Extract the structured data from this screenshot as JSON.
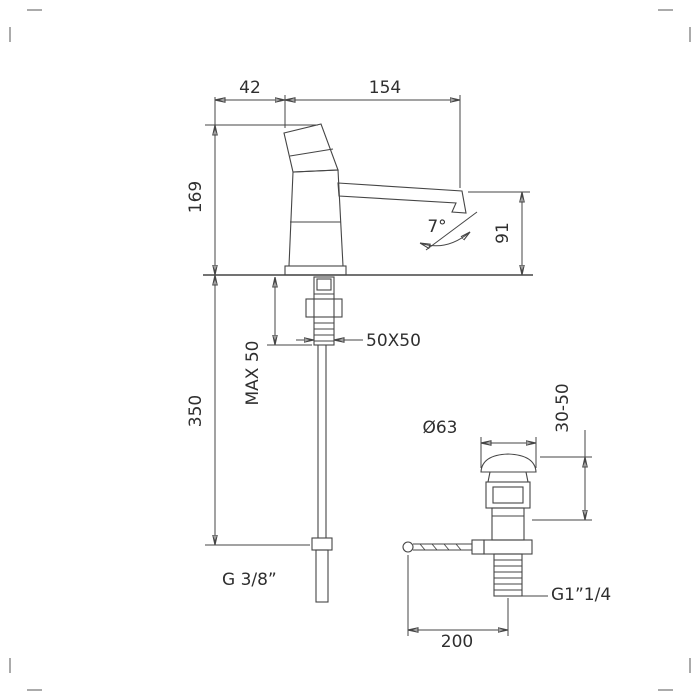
{
  "drawing": {
    "kind": "faucet-installation-technical-drawing",
    "line_color": "#454545",
    "background": "#ffffff"
  },
  "dimensions": {
    "handle_offset": "42",
    "spout_reach": "154",
    "height_to_spout": "169",
    "spout_angle": "7°",
    "outlet_height": "91",
    "base_section": "50X50",
    "max_deck_thickness": "MAX 50",
    "supply_length": "350",
    "waste_diameter": "Ø63",
    "waste_deck_range": "30-50",
    "supply_thread": "G 3/8”",
    "waste_thread": "G1”1/4",
    "rod_length": "200"
  }
}
